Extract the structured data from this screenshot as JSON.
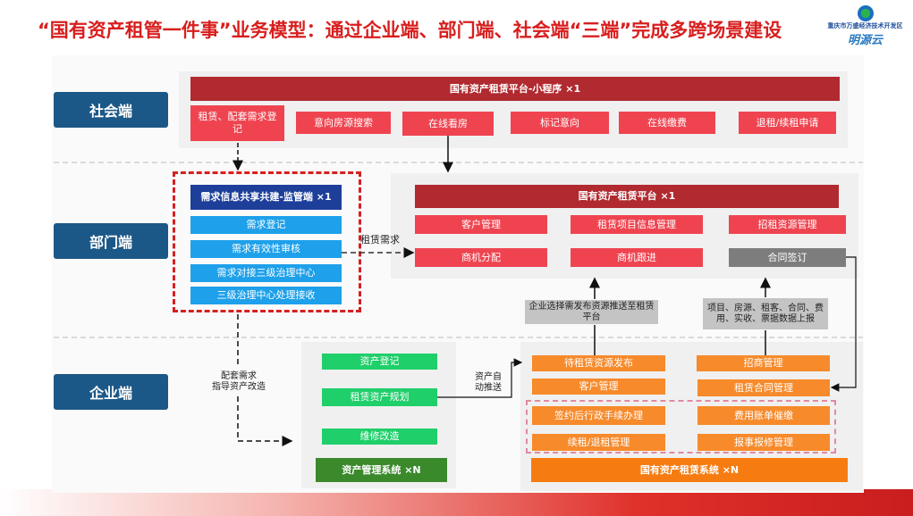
{
  "title": "“国有资产租管一件事”业务模型：通过企业端、部门端、社会端“三端”完成多跨场景建设",
  "logo": {
    "org": "重庆市万盛经济技术开发区",
    "brand": "明源云"
  },
  "tiers": {
    "social": "社会端",
    "dept": "部门端",
    "enterprise": "企业端"
  },
  "social": {
    "header": "国有资产租赁平台-小程序 ×1",
    "items": [
      "租赁、配套需求登记",
      "意向房源搜索",
      "在线看房",
      "标记意向",
      "在线缴费",
      "退租/续租申请"
    ]
  },
  "supervision": {
    "header": "需求信息共享共建-监管端 ×1",
    "items": [
      "需求登记",
      "需求有效性审核",
      "需求对接三级治理中心",
      "三级治理中心处理接收"
    ]
  },
  "platform": {
    "header": "国有资产租赁平台 ×1",
    "items": [
      "客户管理",
      "租赁项目信息管理",
      "招租资源管理",
      "商机分配",
      "商机跟进",
      "合同签订"
    ]
  },
  "notes": {
    "push": "企业选择需发布资源推送至租赁平台",
    "report": "项目、房源、租客、合同、费用、实收、票据数据上报"
  },
  "labels": {
    "lease_demand": "租赁需求",
    "guide": "配套需求\n指导资产改造",
    "auto_push": "资产自\n动推送"
  },
  "asset": {
    "items": [
      "资产登记",
      "租赁资产规划",
      "维修改造"
    ],
    "footer": "资产管理系统 ×N"
  },
  "lease_system": {
    "items": [
      "待租赁资源发布",
      "招商管理",
      "客户管理",
      "租赁合同管理",
      "签约后行政手续办理",
      "费用账单催缴",
      "续租/退租管理",
      "报事报修管理"
    ],
    "footer": "国有资产租赁系统 ×N"
  }
}
